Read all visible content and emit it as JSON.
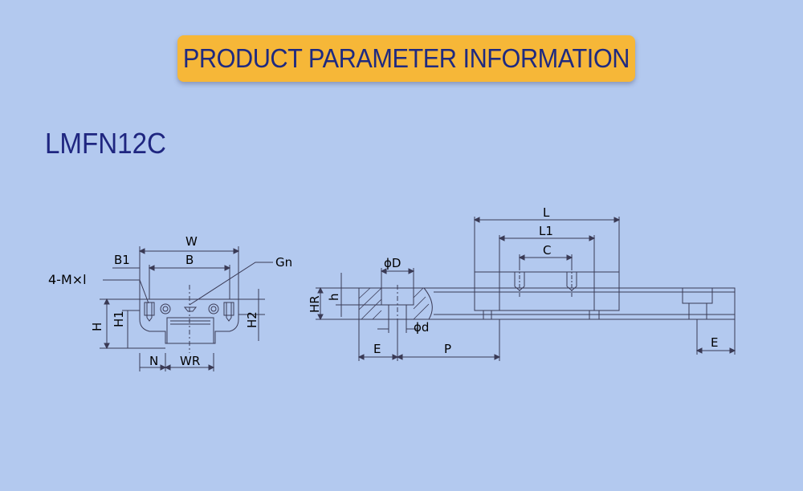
{
  "banner": {
    "title": "PRODUCT PARAMETER INFORMATION"
  },
  "model": "LMFN12C",
  "colors": {
    "background": "#b3c9ef",
    "banner": "#f6b738",
    "banner_text": "#1f2a80",
    "line": "#3a3a55"
  },
  "labels": {
    "W": "W",
    "B1": "B1",
    "B": "B",
    "Gn": "Gn",
    "M": "4-M×l",
    "H": "H",
    "H1": "H1",
    "H2": "H2",
    "N": "N",
    "WR": "WR",
    "L": "L",
    "L1": "L1",
    "C": "C",
    "D": "ϕD",
    "d": "ϕd",
    "HR": "HR",
    "h": "h",
    "E": "E",
    "P": "P"
  }
}
